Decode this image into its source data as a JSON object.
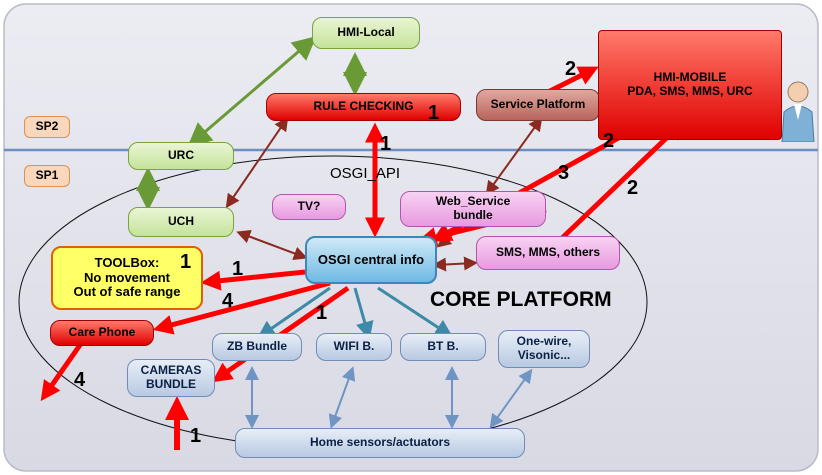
{
  "zones": {
    "sp2": "SP2",
    "sp1": "SP1"
  },
  "labels": {
    "osgi_api": "OSGI_API",
    "core_platform": "CORE PLATFORM"
  },
  "nodes": {
    "hmi_local": "HMI-Local",
    "rule_checking": "RULE CHECKING",
    "service_platform": "Service Platform",
    "hmi_mobile_title": "HMI-MOBILE",
    "hmi_mobile_sub": "PDA, SMS, MMS, URC",
    "urc": "URC",
    "uch": "UCH",
    "tv": "TV?",
    "web_service_line1": "Web_Service",
    "web_service_line2": "bundle",
    "osgi_central": "OSGI central info",
    "sms_mms": "SMS, MMS, others",
    "toolbox_line1": "TOOLBox:",
    "toolbox_line2": "No movement",
    "toolbox_line3": "Out of safe range",
    "care_phone": "Care Phone",
    "zb_bundle": "ZB Bundle",
    "wifi": "WIFI B.",
    "bt": "BT B.",
    "onewire_line1": "One-wire,",
    "onewire_line2": "Visonic...",
    "cameras_line1": "CAMERAS",
    "cameras_line2": "BUNDLE",
    "home_sensors": "Home sensors/actuators"
  },
  "step_numbers": {
    "rule_checking": "1",
    "hmi_mobile_arrow": "2",
    "rule_down": "1",
    "mobile_to_web": "2",
    "web_to_osgi": "3",
    "sms_to_mobile": "2",
    "toolbox_box": "1",
    "toolbox_arrow": "1",
    "care_phone_arrow": "4",
    "cameras_arrow": "1",
    "care_out": "4",
    "cameras_in": "1"
  },
  "colors": {
    "green_arrow": "#6a9a35",
    "red_arrow": "#ff0000",
    "dark_red_arrow": "#8a2a20",
    "blue_arrow": "#6f95c4",
    "teal_arrow": "#3d8aa6",
    "separator": "#6c8fbd"
  }
}
